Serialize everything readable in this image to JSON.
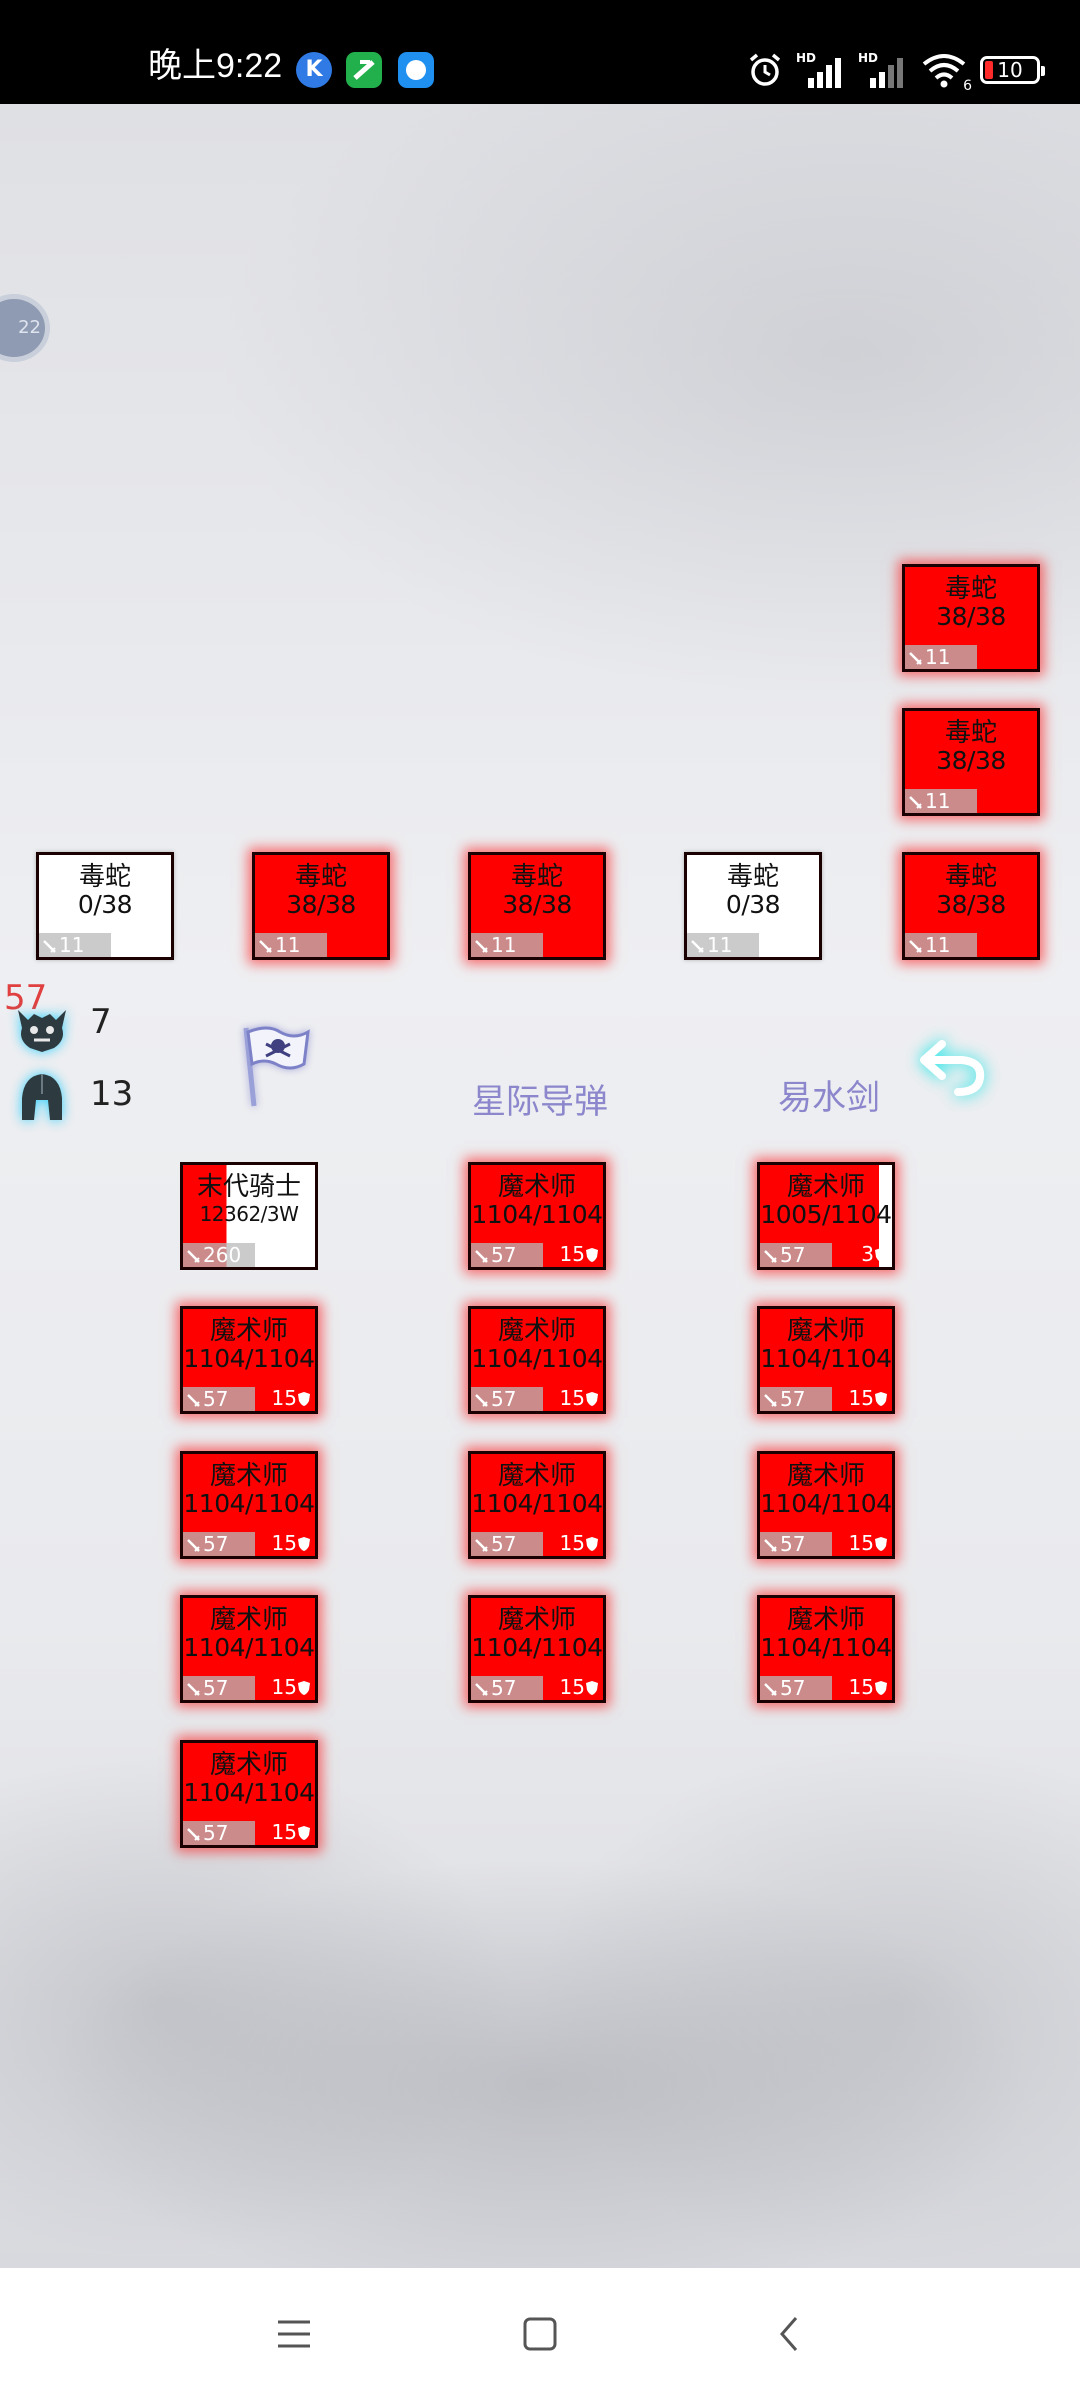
{
  "status_bar": {
    "time": "晚上9:22",
    "battery": "10",
    "icons": [
      "k-app-icon",
      "green-app-icon",
      "blue-app-icon",
      "alarm-icon",
      "hd-signal-icon",
      "hd-signal-icon-2",
      "wifi-icon",
      "battery-icon"
    ],
    "wifi_badge": "6"
  },
  "side_badge": "22",
  "enemy": {
    "cards": [
      {
        "name": "毒蛇",
        "hp": "38/38",
        "atk": "11",
        "style": "red"
      },
      {
        "name": "毒蛇",
        "hp": "38/38",
        "atk": "11",
        "style": "red"
      },
      {
        "name": "毒蛇",
        "hp": "0/38",
        "atk": "11",
        "style": "white"
      },
      {
        "name": "毒蛇",
        "hp": "38/38",
        "atk": "11",
        "style": "red"
      },
      {
        "name": "毒蛇",
        "hp": "38/38",
        "atk": "11",
        "style": "red"
      },
      {
        "name": "毒蛇",
        "hp": "0/38",
        "atk": "11",
        "style": "white"
      },
      {
        "name": "毒蛇",
        "hp": "38/38",
        "atk": "11",
        "style": "red"
      }
    ]
  },
  "stats": {
    "red_value": "57",
    "monster_count": "7",
    "soldier_count": "13"
  },
  "skills": {
    "missile": "星际导弹",
    "sword": "易水剑"
  },
  "player": {
    "cards": [
      {
        "name": "末代骑士",
        "hp": "12362/3W",
        "atk": "260",
        "def": "",
        "style": "split",
        "hp_fill": 0.33
      },
      {
        "name": "魔术师",
        "hp": "1104/1104",
        "atk": "57",
        "def": "15",
        "style": "red"
      },
      {
        "name": "魔术师",
        "hp": "1005/1104",
        "atk": "57",
        "def": "3",
        "style": "red",
        "hp_fill": 0.9
      },
      {
        "name": "魔术师",
        "hp": "1104/1104",
        "atk": "57",
        "def": "15",
        "style": "red"
      },
      {
        "name": "魔术师",
        "hp": "1104/1104",
        "atk": "57",
        "def": "15",
        "style": "red"
      },
      {
        "name": "魔术师",
        "hp": "1104/1104",
        "atk": "57",
        "def": "15",
        "style": "red"
      },
      {
        "name": "魔术师",
        "hp": "1104/1104",
        "atk": "57",
        "def": "15",
        "style": "red"
      },
      {
        "name": "魔术师",
        "hp": "1104/1104",
        "atk": "57",
        "def": "15",
        "style": "red"
      },
      {
        "name": "魔术师",
        "hp": "1104/1104",
        "atk": "57",
        "def": "15",
        "style": "red"
      },
      {
        "name": "魔术师",
        "hp": "1104/1104",
        "atk": "57",
        "def": "15",
        "style": "red"
      },
      {
        "name": "魔术师",
        "hp": "1104/1104",
        "atk": "57",
        "def": "15",
        "style": "red"
      },
      {
        "name": "魔术师",
        "hp": "1104/1104",
        "atk": "57",
        "def": "15",
        "style": "red"
      },
      {
        "name": "魔术师",
        "hp": "1104/1104",
        "atk": "57",
        "def": "15",
        "style": "red"
      }
    ]
  },
  "nav": {
    "icons": [
      "menu-icon",
      "home-icon",
      "back-icon"
    ]
  }
}
